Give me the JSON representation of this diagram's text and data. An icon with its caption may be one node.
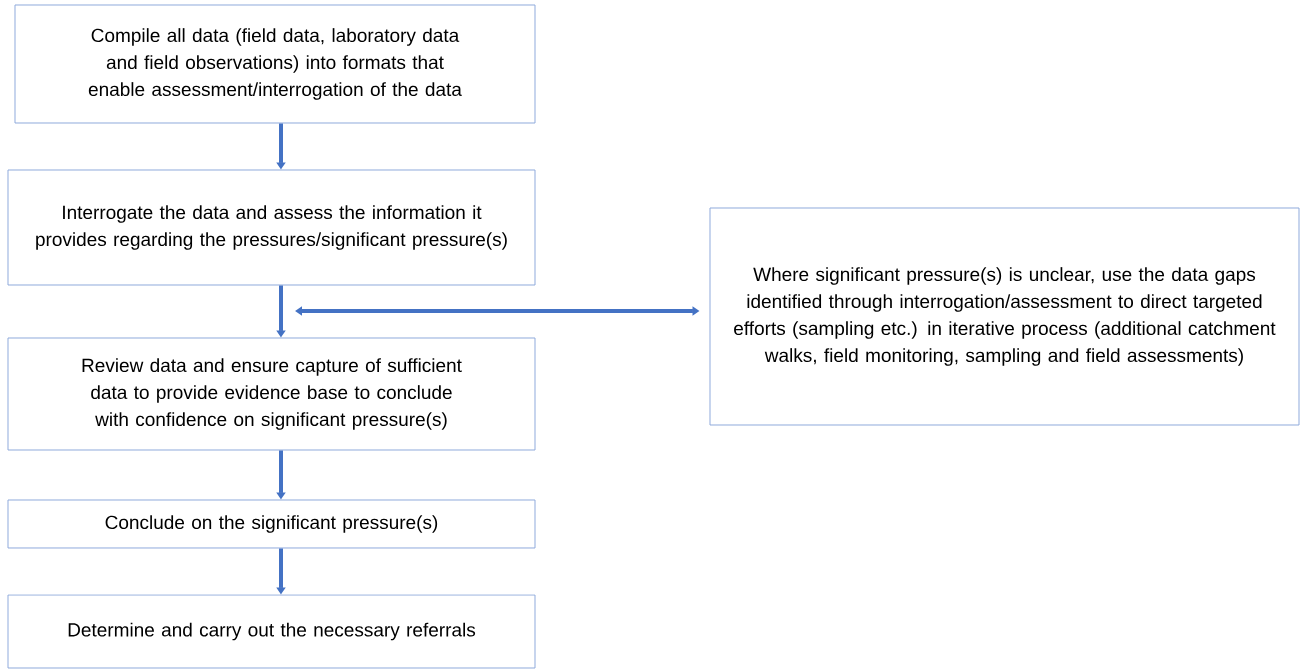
{
  "diagram": {
    "nodes": [
      {
        "text": [
          "Compile all data (field data, laboratory data and field observations) into formats that enable assessment/interrogation of the data"
        ]
      },
      {
        "text": [
          "Interrogate the data and assess the information it provides regarding the pressures/significant pressure(s)"
        ]
      },
      {
        "text": [
          "Review data and ensure capture of sufficient data to provide evidence base to conclude with confidence on significant pressure(s)"
        ]
      },
      {
        "text": [
          "Conclude on the significant pressure(s)"
        ]
      },
      {
        "text": [
          "Determine and carry out the necessary referrals"
        ]
      },
      {
        "text": [
          "Where significant pressure(s) is unclear, use the data gaps identified through interrogation/assessment to direct targeted efforts (sampling etc.) in iterative process (additional catchment walks, field monitoring, sampling and field assessments)"
        ]
      }
    ],
    "edges": [
      {
        "from": 0,
        "to": 1,
        "arrow": "to"
      },
      {
        "from": 1,
        "to": 2,
        "arrow": "to"
      },
      {
        "from": 2,
        "to": 3,
        "arrow": "to"
      },
      {
        "from": 3,
        "to": 4,
        "arrow": "to"
      },
      {
        "from": null,
        "to": 5,
        "arrow": "both"
      }
    ]
  }
}
